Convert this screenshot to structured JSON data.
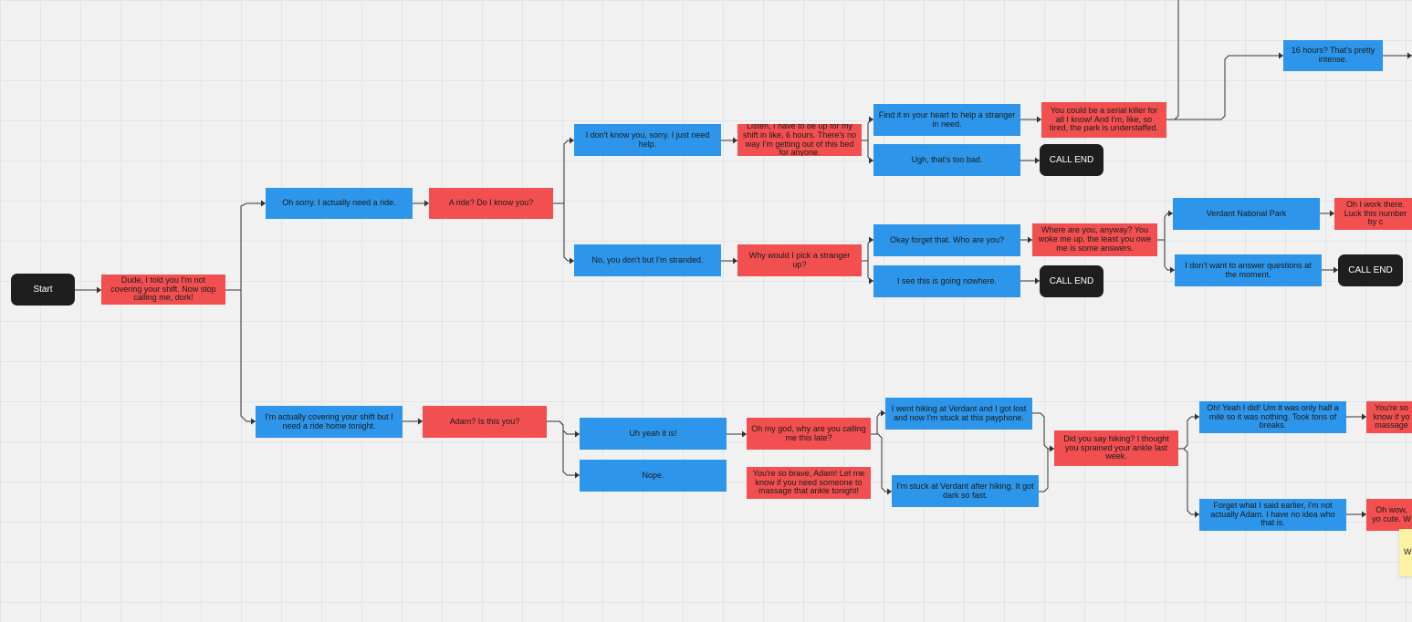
{
  "nodes": {
    "start": "Start",
    "dude": "Dude, I told you I'm not covering your shift. Now stop calling me, dork!",
    "oh_sorry": "Oh sorry. I actually need a ride.",
    "a_ride": "A ride? Do I know you?",
    "dont_know": "I don't know you, sorry. I just need help.",
    "listen": "Listen, I have to be up for my shift in like, 6 hours. There's no way I'm getting out of this bed for anyone.",
    "find_it": "Find it in your heart to help a stranger in need.",
    "serial": "You could be a serial killer for all I know! And I'm, like, so tired, the park is understaffed.",
    "sixteen": "16 hours? That's pretty intense.",
    "ugh": "Ugh, that's too bad.",
    "call_end_1": "CALL END",
    "no_stranded": "No, you don't but I'm stranded.",
    "why_pick": "Why would I pick a stranger up?",
    "okay_forget": "Okay forget that. Who are you?",
    "where_are_you": "Where are you, anyway? You woke me up, the least you owe me is some answers.",
    "verdant": "Verdant National Park",
    "oh_i_work": "Oh I work there. Luck this number by c",
    "dont_want": "I don't want to answer questions at the moment.",
    "call_end_2": "CALL END",
    "see_nowhere": "I see this is going nowhere.",
    "call_end_3": "CALL END",
    "covering": "I'm actually covering your shift but I need a ride home tonight.",
    "adam": "Adam? Is this you?",
    "uh_yeah": "Uh yeah it is!",
    "nope": "Nope.",
    "oh_my_god": "Oh my god, why are you calling me this late?",
    "so_brave": "You're so brave, Adam! Let me know if you need someone to massage that ankle tonight!",
    "went_hiking": "I went hiking at Verdant and I got lost and now I'm stuck at this payphone.",
    "stuck_verdant": "I'm stuck at Verdant after hiking. It got dark so fast.",
    "did_you_say": "Did you say hiking? I thought you sprained your ankle last week.",
    "oh_yeah_did": "Oh! Yeah I did! Um it was only half a mile so it was nothing. Took tons of breaks.",
    "youre_so": "You're so know if yo massage",
    "forget_what": "Forget what I said earlier, I'm not actually Adam. I have no idea who that is.",
    "oh_wow": "Oh wow, yo cute. W",
    "sticky": "W"
  },
  "colors": {
    "player": "#2d96ea",
    "npc": "#f25050",
    "terminal": "#1e1e1e",
    "sticky": "#fdf1a6",
    "connector": "#333333"
  }
}
